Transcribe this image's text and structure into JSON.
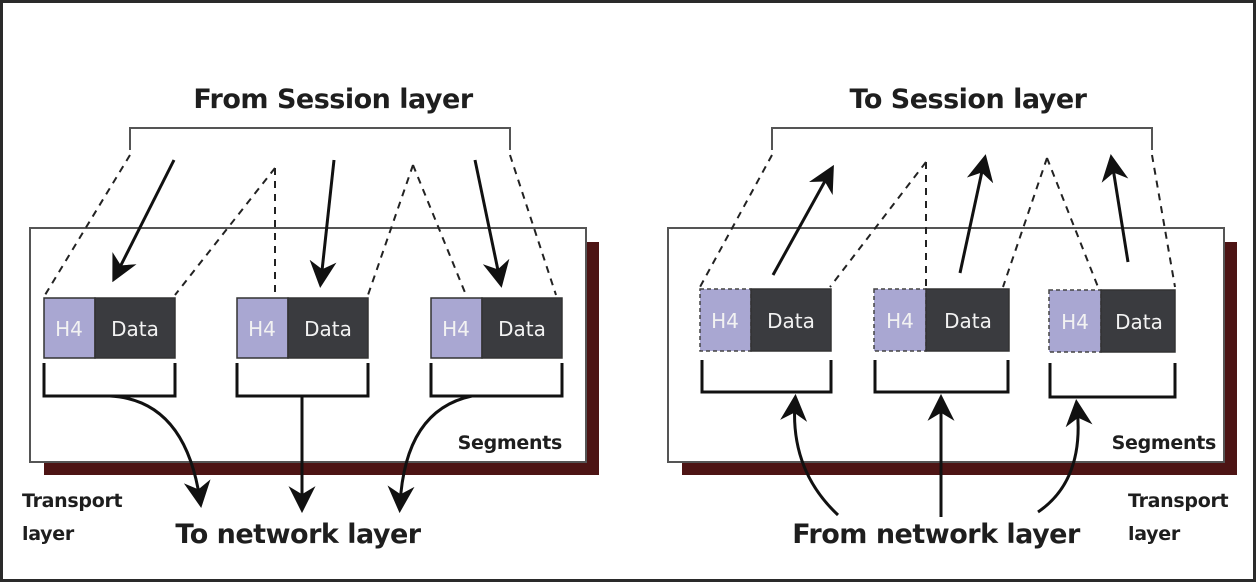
{
  "colors": {
    "header_fill": "#a9a7d2",
    "data_fill": "#3a3b3f",
    "shadow_fill": "#4d1414",
    "line": "#1a1a1a",
    "frame_line": "#555555"
  },
  "left_panel": {
    "title": "From Session layer",
    "bottom_label": "To network layer",
    "segments_label": "Segments",
    "layer_label_line1": "Transport",
    "layer_label_line2": "layer",
    "segments": [
      {
        "header": "H4",
        "data": "Data"
      },
      {
        "header": "H4",
        "data": "Data"
      },
      {
        "header": "H4",
        "data": "Data"
      }
    ],
    "arrow_direction": "down"
  },
  "right_panel": {
    "title": "To Session layer",
    "bottom_label": "From network layer",
    "segments_label": "Segments",
    "layer_label_line1": "Transport",
    "layer_label_line2": "layer",
    "segments": [
      {
        "header": "H4",
        "data": "Data"
      },
      {
        "header": "H4",
        "data": "Data"
      },
      {
        "header": "H4",
        "data": "Data"
      }
    ],
    "arrow_direction": "up",
    "header_border": "dashed"
  }
}
